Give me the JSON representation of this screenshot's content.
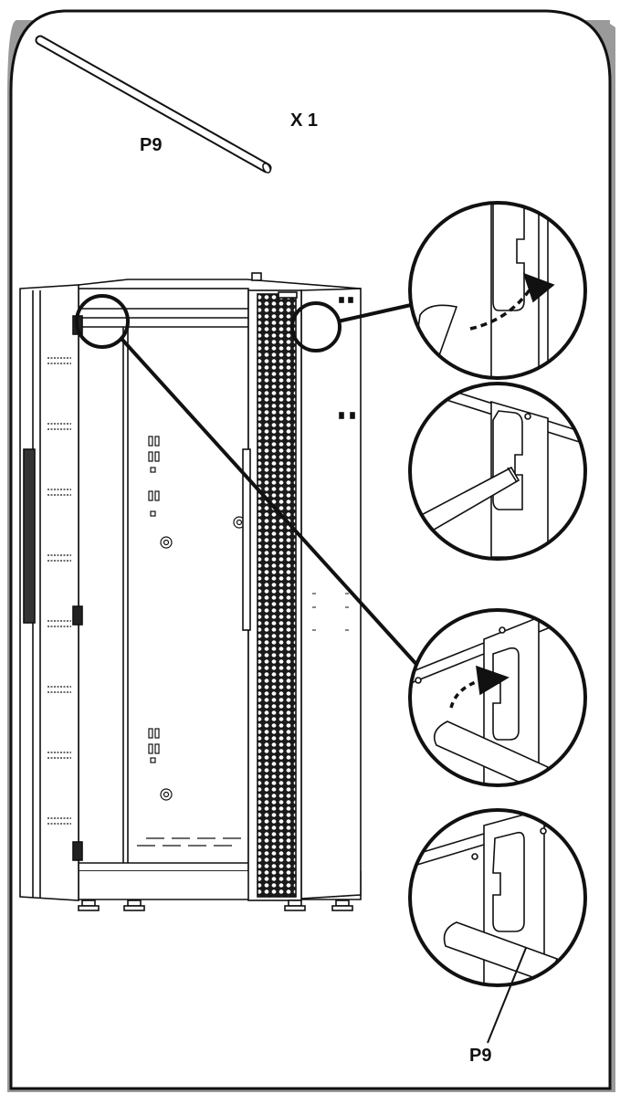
{
  "labels": {
    "part_top": "P9",
    "quantity": "X 1",
    "part_callout": "P9"
  },
  "colors": {
    "line": "#111111",
    "panel_fill": "#ffffff",
    "frame_fill": "#ffffff",
    "hex_fill": "#1a1a1a",
    "shadow": "#9a9a9a"
  },
  "icons": {
    "arrow": "dashed-curved-arrow-icon"
  }
}
